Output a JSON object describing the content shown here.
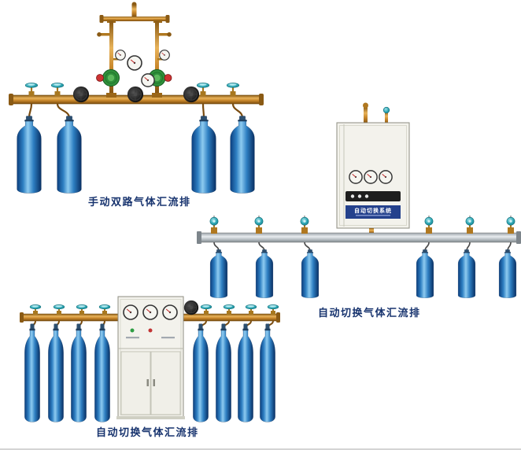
{
  "products": [
    {
      "id": "manual-dual-manifold",
      "label": "手动双路气体汇流排",
      "cylinder_count": 4
    },
    {
      "id": "auto-switch-manifold-wall",
      "label": "自动切换气体汇流排",
      "cylinder_count": 6,
      "cabinet_title": "自动切换系统"
    },
    {
      "id": "auto-switch-manifold-floor",
      "label": "自动切换气体汇流排",
      "cylinder_count": 8
    }
  ],
  "colors": {
    "label_text": "#17336e",
    "cylinder_blue": "#2e7fc2",
    "brass": "#c9882c",
    "teal_valve": "#2fa8b5",
    "aluminum_pipe": "#c9ced2",
    "cabinet": "#f3f2ec"
  },
  "icons": {
    "gauge": "pressure-gauge-icon",
    "handwheel": "valve-handwheel-icon",
    "cylinder_valve": "cylinder-valve-icon",
    "regulator": "pressure-regulator-icon"
  }
}
